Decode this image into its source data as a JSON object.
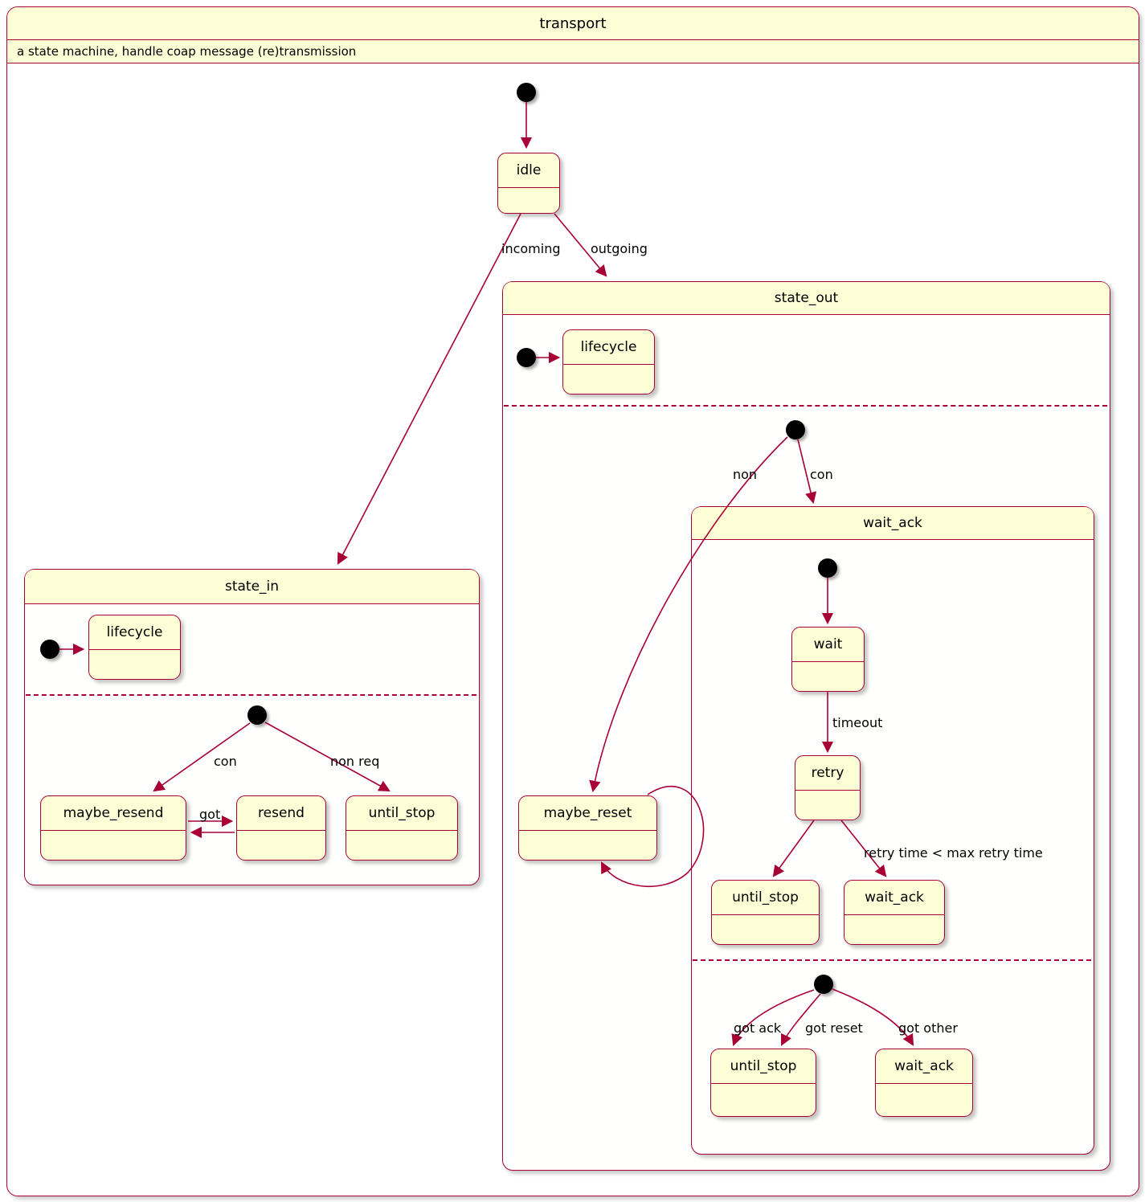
{
  "diagram": {
    "title": "transport",
    "subtitle": "a state machine, handle coap message (re)transmission"
  },
  "colors": {
    "state_border": "#A80036",
    "state_fill": "#FDFDD6",
    "arrow": "#A80036",
    "initial_dot": "#000000",
    "body": "#FFFFFF"
  },
  "states": {
    "idle": "idle",
    "state_in": {
      "title": "state_in",
      "lifecycle": "lifecycle",
      "maybe_resend": "maybe_resend",
      "resend": "resend",
      "until_stop": "until_stop"
    },
    "state_out": {
      "title": "state_out",
      "lifecycle": "lifecycle",
      "maybe_reset": "maybe_reset",
      "wait_ack": {
        "title": "wait_ack",
        "wait": "wait",
        "retry": "retry",
        "until_stop_retry": "until_stop",
        "wait_ack_retry": "wait_ack",
        "until_stop_final": "until_stop",
        "wait_ack_final": "wait_ack"
      }
    }
  },
  "transitions": {
    "incoming": "incoming",
    "outgoing": "outgoing",
    "con_in": "con",
    "non_req": "non req",
    "got": "got",
    "non": "non",
    "con_out": "con",
    "timeout": "timeout",
    "retry_condition": "retry time < max retry time",
    "got_ack": "got ack",
    "got_reset": "got reset",
    "got_other": "got other"
  }
}
